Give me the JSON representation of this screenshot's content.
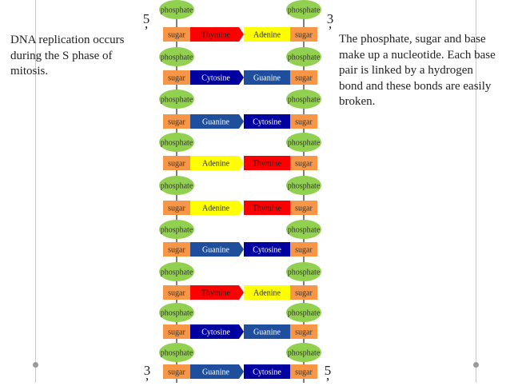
{
  "slide": {
    "left_text": "DNA replication occurs during the S phase of mitosis.",
    "right_text": "The phosphate, sugar and base make up a nucleotide. Each base pair is linked by a hydrogen bond and these bonds are easily broken.",
    "left_top_end": "5 ’",
    "right_top_end": "3 ’",
    "left_bottom_end": "3 ’",
    "right_bottom_end": "5 ’"
  },
  "labels": {
    "phosphate": "phosphate",
    "sugar": "sugar"
  },
  "colors": {
    "phosphate": "#92d050",
    "sugar": "#f79646",
    "Thymine": "#ff0000",
    "Adenine": "#ffff00",
    "Cytosine": "#0000a0",
    "Guanine": "#1f4e9c"
  },
  "pairs": [
    {
      "left": "Thymine",
      "right": "Adenine"
    },
    {
      "left": "Cytosine",
      "right": "Guanine"
    },
    {
      "left": "Guanine",
      "right": "Cytosine"
    },
    {
      "left": "Adenine",
      "right": "Thymine"
    },
    {
      "left": "Adenine",
      "right": "Thymine"
    },
    {
      "left": "Guanine",
      "right": "Cytosine"
    },
    {
      "left": "Thymine",
      "right": "Adenine"
    },
    {
      "left": "Cytosine",
      "right": "Guanine"
    },
    {
      "left": "Guanine",
      "right": "Cytosine"
    }
  ]
}
